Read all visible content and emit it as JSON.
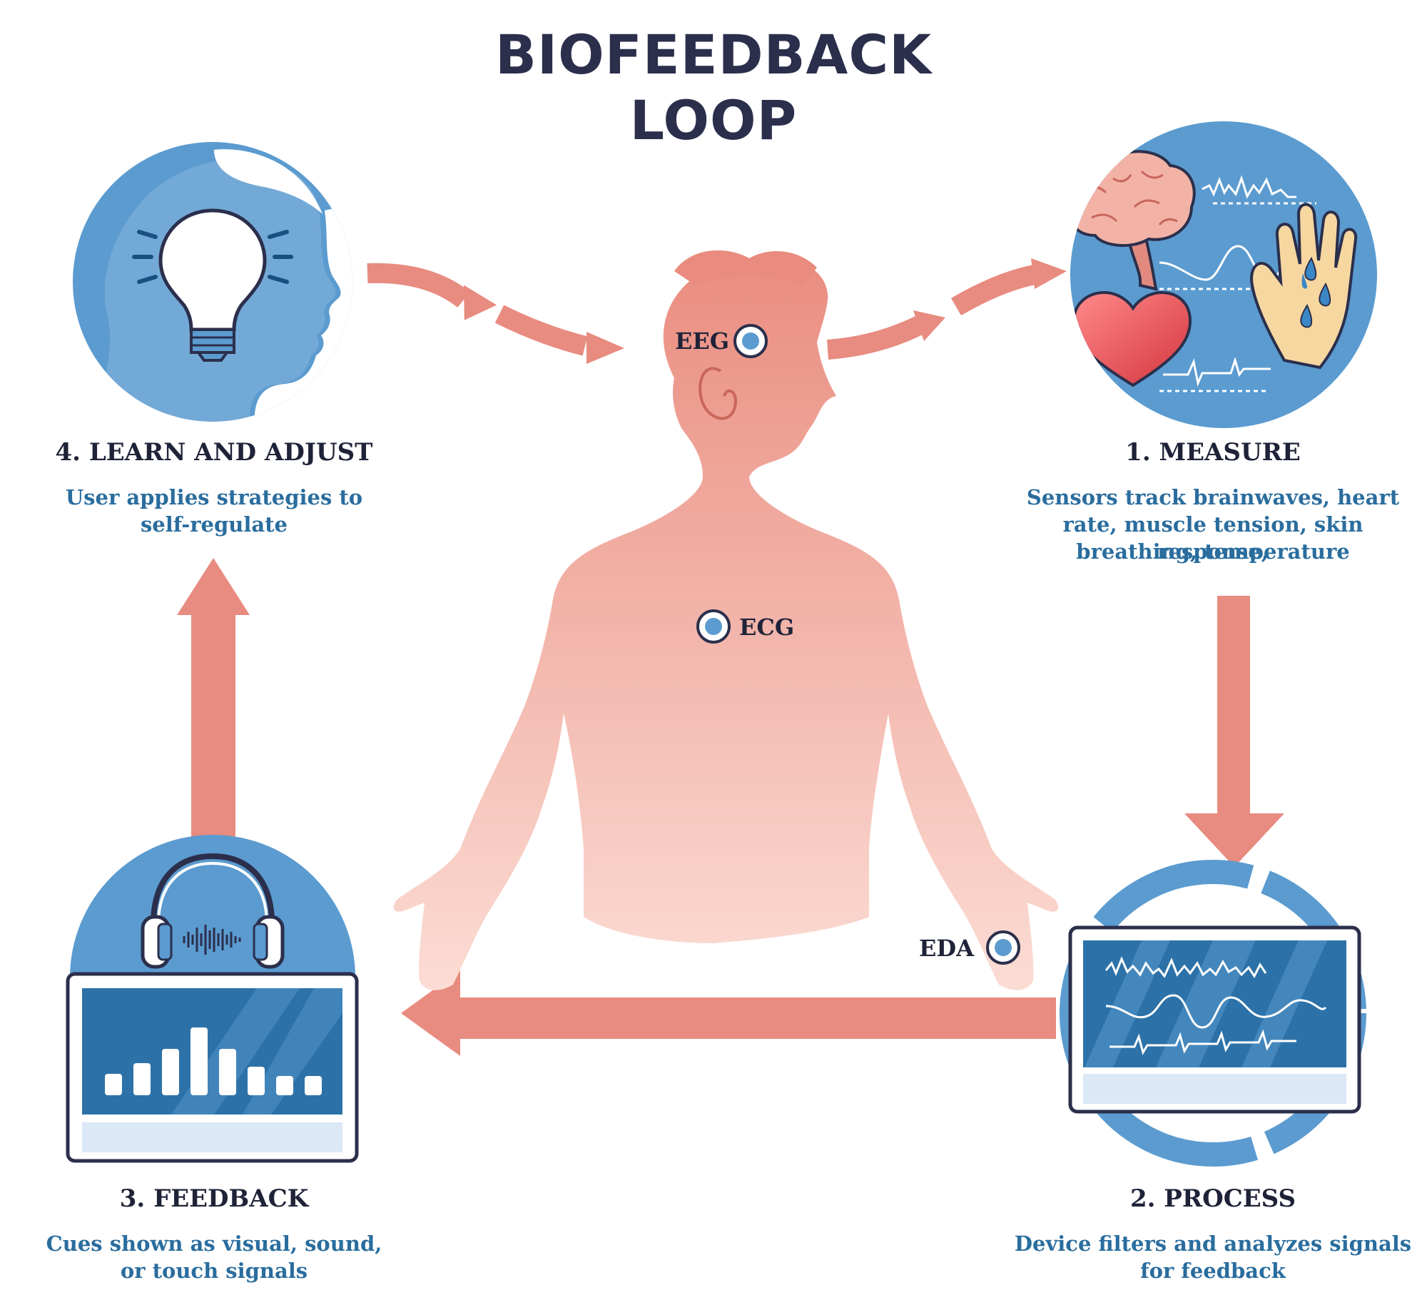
{
  "title": {
    "line1": "BIOFEEDBACK",
    "line2": "LOOP"
  },
  "steps": [
    {
      "title": "1. MEASURE",
      "desc1": "Sensors track brainwaves, heart",
      "desc2": "rate, muscle tension, skin response,",
      "desc3": "breathing, temperature"
    },
    {
      "title": "2. PROCESS",
      "desc1": "Device filters and analyzes signals",
      "desc2": "for feedback"
    },
    {
      "title": "3. FEEDBACK",
      "desc1": "Cues shown as visual, sound,",
      "desc2": "or touch signals"
    },
    {
      "title": "4. LEARN AND ADJUST",
      "desc1": "User applies strategies to",
      "desc2": "self-regulate"
    }
  ],
  "sensors": {
    "eeg": "EEG",
    "ecg": "ECG",
    "eda": "EDA"
  },
  "colors": {
    "accent_blue": "#5b9bd0",
    "dark_blue": "#2c72a8",
    "body": "#ee9a8c",
    "arrow": "#e88b80",
    "title": "#2b2f4c",
    "desc": "#2a6d9e"
  }
}
